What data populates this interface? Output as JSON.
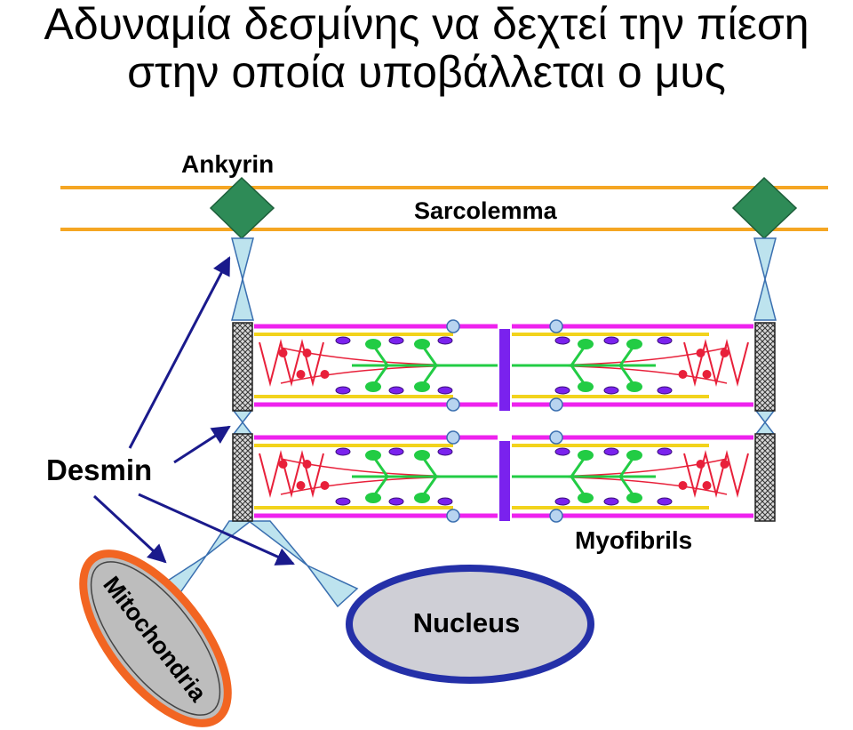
{
  "slide": {
    "title_line1": "Αδυναμία δεσμίνης να δεχτεί την πίεση",
    "title_line2": "στην οποία υποβάλλεται ο μυς"
  },
  "diagram": {
    "labels": {
      "ankyrin": "Ankyrin",
      "sarcolemma": "Sarcolemma",
      "desmin": "Desmin",
      "myofibrils": "Myofibrils",
      "nucleus": "Nucleus",
      "mitochondria": "Mitochondria"
    },
    "colors": {
      "sarcolemma_line": "#f5a623",
      "ankyrin": "#2e8b57",
      "desmin_link": "#bde3ee",
      "arrow": "#1a1a8c",
      "thick_filament_top": "#ee22ee",
      "thin_filament": "#f2d31c",
      "actin": "#e8203a",
      "myosin_head": "#22cc44",
      "m_line": "#7a22ee",
      "nucleus_fill": "#cfcfd6",
      "nucleus_border": "#2430a8",
      "mito_fill": "#bdbdbd",
      "mito_border": "#f26522"
    }
  }
}
